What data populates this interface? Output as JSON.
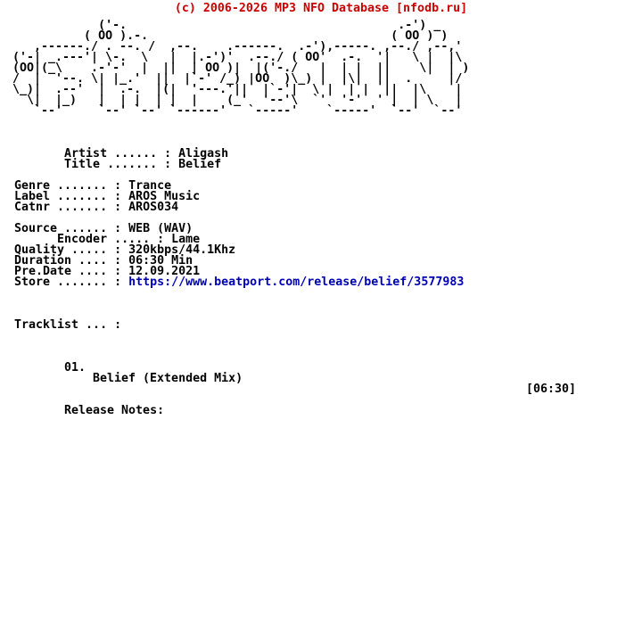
{
  "header": {
    "copyright": "(c) 2006-2026 MP3 NFO Database [nfodb.ru]"
  },
  "ascii_art": {
    "group_name": "FALCON",
    "falcon_logo": [
      "            ('-.                                      .-') _",
      "          ( OO ).-.                                  ( OO ) )",
      "   ,------./ . --. /  ,--.    .------.  .-'),-----. ,--./ ,--,'",
      "('-| _.---'| \\-.  \\   |  |.-')'  .--./ ( OO'  .-.  '|   \\ |  |\\",
      "(OO|(_\\    .-'-'  |  ||  | OO )|  |('-./   |  | |  ||    \\|  | )",
      "/  |  '--. \\| |_.'  ||  |`-' /_) |OO  )\\_) |  |\\|  ||  .     |/",
      "\\_)|  .--'  |  .-.  |(|  '---.'||  |`-'|  \\ |  | |  ||  |\\    |",
      "  \\|  |_)   |  | |  | |  |    (_'  '--'\\  `'  '-'  ' |  | \\   |",
      "   `--'     `--' `--' `------'   `-----'    `-----'  `--'  `--'"
    ]
  },
  "release": {
    "artist": "Aligash",
    "title": "Belief",
    "artist_block": [
      "       Artist ...... : Aligash",
      "       Title ....... : Belief"
    ],
    "label_block": [
      "Genre ....... : Trance",
      "Label ....... : AROS Music",
      "Catnr ....... : AROS034"
    ],
    "source_block": [
      "Source ...... : WEB (WAV)",
      "      Encoder ..... : Lame",
      "Quality ..... : 320kbps/44.1Khz",
      "Duration .... : 06:30 Min",
      "Pre.Date .... : 12.09.2021"
    ],
    "store_label": "Store ....... : ",
    "store_url": "https://www.beatport.com/release/belief/3577983",
    "tracklist_label": "Tracklist ... :",
    "tracks": [
      {
        "number": "01.",
        "title": "Belief (Extended Mix)",
        "duration": "[06:30]"
      }
    ],
    "release_notes_label": "Release Notes:"
  },
  "colors": {
    "background": "#ffffff",
    "text": "#000000",
    "header_red": "#cc0000",
    "link_blue": "#0000b4"
  }
}
